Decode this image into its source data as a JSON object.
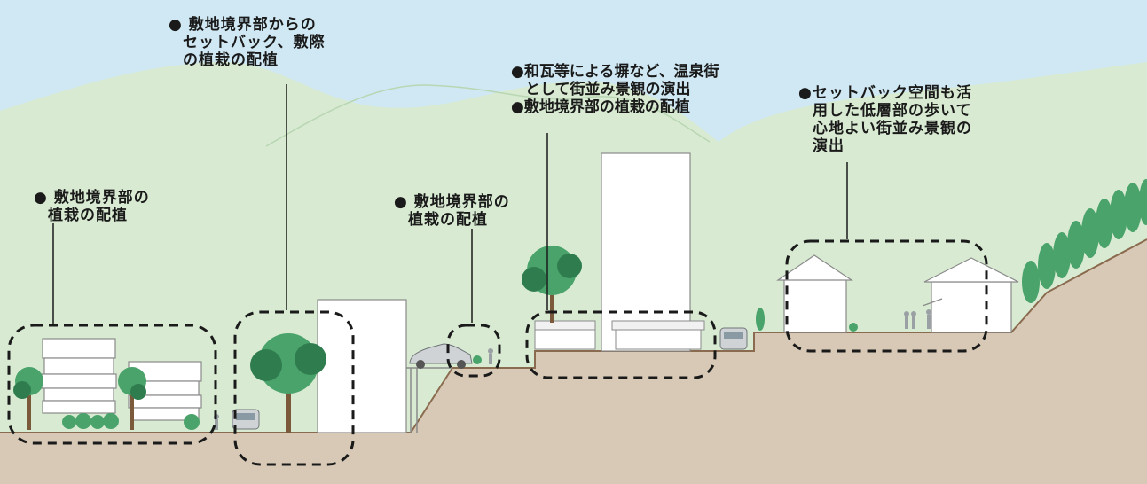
{
  "annotations": [
    {
      "lines": [
        "● 敷地境界部の",
        "植栽の配植"
      ]
    },
    {
      "lines": [
        "● 敷地境界部からの",
        "セットバック、敷際",
        "の植栽の配植"
      ]
    },
    {
      "lines": [
        "● 敷地境界部の",
        "植栽の配植"
      ]
    },
    {
      "lines": [
        "●和瓦等による塀など、温泉街",
        "として街並み景観の演出",
        "●敷地境界部の植栽の配植"
      ]
    },
    {
      "lines": [
        "●セットバック空間も活",
        "用した低層部の歩いて",
        "心地よい街並み景観の",
        "演出"
      ]
    }
  ],
  "colors": {
    "sky": "#cfe8f3",
    "mountain": "#d8ebd2",
    "ground": "#d7c9b6",
    "ground_line": "#8b6b4f",
    "tree": "#4aa36b",
    "tree_dark": "#2f7d4e",
    "trunk": "#7a5a3a",
    "building_stroke": "#8a8a8a",
    "dash": "#1a1a1a"
  }
}
